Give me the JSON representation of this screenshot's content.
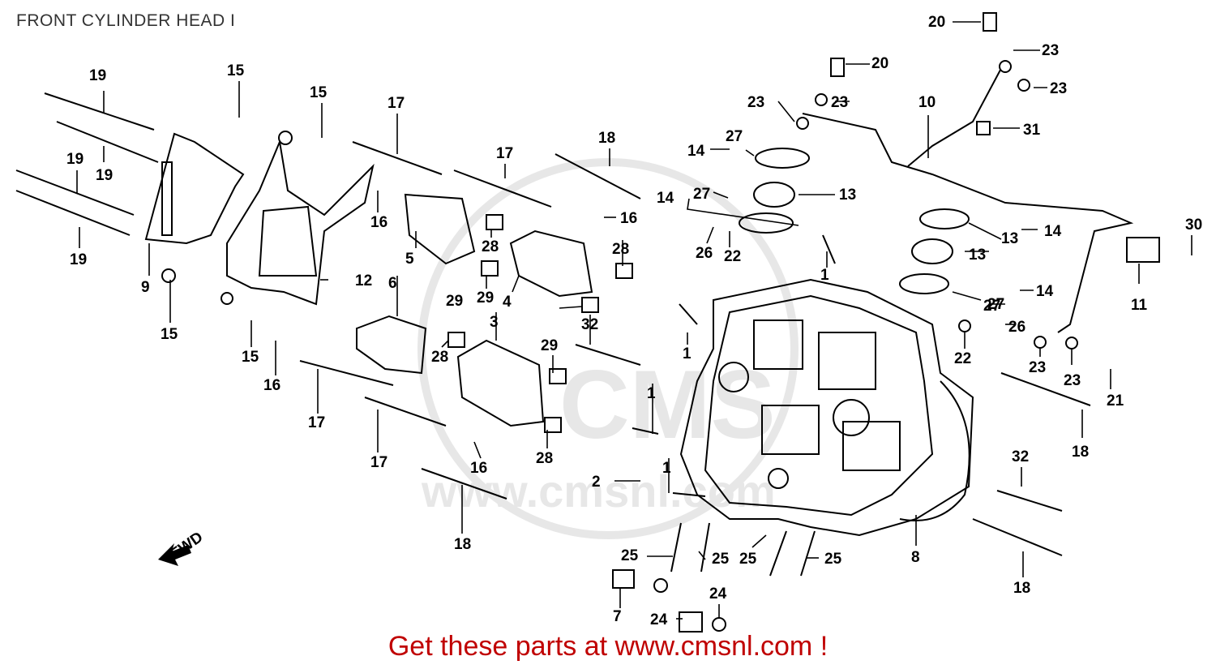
{
  "title": "FRONT CYLINDER HEAD I",
  "footer": "Get these parts at www.cmsnl.com !",
  "watermark": "www.cmsnl.com",
  "watermark_logo": "CMS",
  "fwd": "FWD",
  "colors": {
    "footer": "#c00000",
    "ink": "#000000",
    "watermark": "#d8d8d8"
  },
  "callouts": [
    "20",
    "23",
    "20",
    "23",
    "23",
    "23",
    "10",
    "31",
    "14",
    "27",
    "27",
    "14",
    "13",
    "14",
    "13",
    "14",
    "27",
    "13",
    "27",
    "30",
    "1",
    "11",
    "26",
    "22",
    "26",
    "23",
    "23",
    "22",
    "21",
    "18",
    "32",
    "18",
    "8",
    "19",
    "19",
    "19",
    "19",
    "15",
    "15",
    "17",
    "17",
    "18",
    "16",
    "16",
    "28",
    "28",
    "29",
    "4",
    "29",
    "5",
    "9",
    "12",
    "6",
    "3",
    "32",
    "15",
    "15",
    "16",
    "17",
    "28",
    "29",
    "28",
    "16",
    "17",
    "18",
    "1",
    "1",
    "1",
    "2",
    "25",
    "25",
    "25",
    "25",
    "7",
    "24",
    "24"
  ]
}
